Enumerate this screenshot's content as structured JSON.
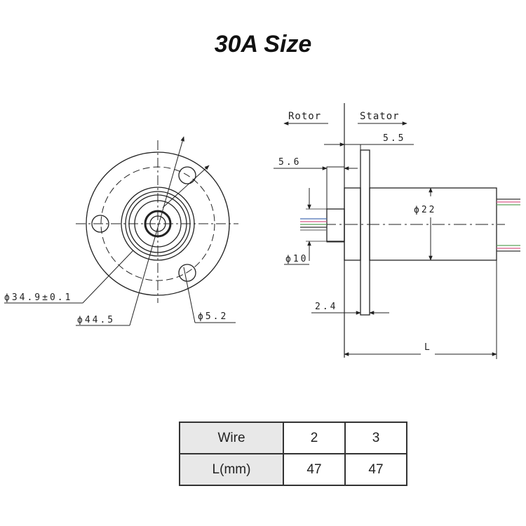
{
  "title": "30A Size",
  "front_view": {
    "dim_bolt_circle": "ϕ34.9±0.1",
    "dim_outer": "ϕ44.5",
    "dim_hole": "ϕ5.2"
  },
  "side_view": {
    "label_rotor": "Rotor",
    "label_stator": "Stator",
    "dim_stator_offset": "5.5",
    "dim_rotor_offset": "5.6",
    "dim_body_diameter": "ϕ22",
    "dim_shaft_diameter": "ϕ10",
    "dim_flange_thickness": "2.4",
    "dim_length": "L"
  },
  "table": {
    "rows": [
      {
        "header": "Wire",
        "values": [
          "2",
          "3"
        ]
      },
      {
        "header": "L(mm)",
        "values": [
          "47",
          "47"
        ]
      }
    ]
  }
}
